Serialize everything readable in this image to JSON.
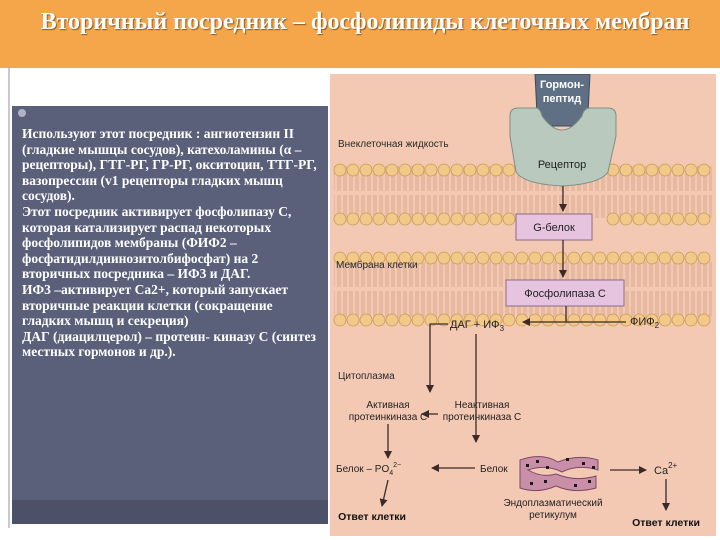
{
  "slide": {
    "title": "Вторичный посредник – фосфолипиды клеточных мембран",
    "body_paragraphs": [
      "Используют этот посредник : ангиотензин II (гладкие мышцы сосудов), катехоламины (α – рецепторы), ГТГ-РГ, ГР-РГ, окситоцин, ТТГ-РГ, вазопрессин (v1 рецепторы гладких мышц сосудов).",
      "Этот посредник активирует фосфолипазу С, которая катализирует распад некоторых фосфолипидов мембраны (ФИФ2 – фосфатидилдиинозитолбифосфат) на 2 вторичных посредника – ИФ3 и ДАГ.",
      "ИФ3 –активирует Са2+, который запускает вторичные реакции клетки (сокращение гладких мышц и секреция)",
      "ДАГ (диацилцерол) – протеин- киназу С (синтез местных гормонов и др.)."
    ]
  },
  "diagram": {
    "hormone": [
      "Гормон-",
      "пептид"
    ],
    "extracellular": "Внеклеточная жидкость",
    "receptor": "Рецептор",
    "g_protein": "G-белок",
    "membrane": "Мембрана клетки",
    "phospholipase": "Фосфолипаза С",
    "dag_ip3": "ДАГ + ИФ",
    "dag_ip3_sub": "3",
    "pip2": "ФИФ",
    "pip2_sub": "2",
    "cytoplasm": "Цитоплазма",
    "active_kinase": [
      "Активная",
      "протеинкиназа С"
    ],
    "inactive_kinase": [
      "Неактивная",
      "протеинкиназа С"
    ],
    "protein_p": "Белок – PO",
    "protein_p_sub": "4",
    "protein_p_sup": "2−",
    "protein": "Белок",
    "calcium": "Ca",
    "calcium_sup": "2+",
    "er": [
      "Эндоплазматический",
      "ретикулум"
    ],
    "response_left": "Ответ клетки",
    "response_right": "Ответ клетки"
  },
  "colors": {
    "title_bg": "#f5a64a",
    "left_panel_bg": "#5a5f7a",
    "diagram_bg": "#f4c9b4",
    "membrane_head": "#f3c98a",
    "receptor_fill": "#b9c9bd",
    "box_fill": "#e6c3df",
    "hormone_fill": "#5f6f84"
  }
}
